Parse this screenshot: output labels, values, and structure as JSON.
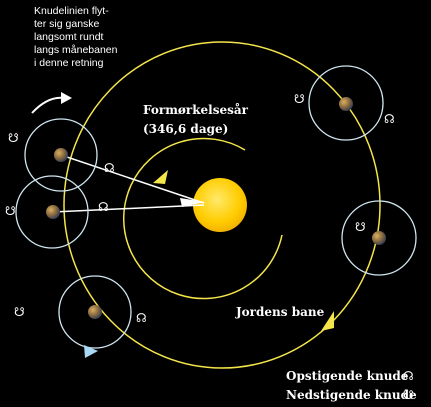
{
  "note": {
    "lines": [
      "Knudelinien flyt-",
      "ter sig ganske",
      "langsomt rundt",
      "langs månebanen",
      "i denne retning"
    ]
  },
  "eclipse_year": {
    "title": "Formørkelsesår",
    "value": "(346,6 dage)"
  },
  "earth_orbit_label": "Jordens bane",
  "legend": {
    "ascending": "Opstigende knude",
    "descending": "Nedstigende knude"
  },
  "symbols": {
    "ascending": "☊",
    "descending": "☋"
  },
  "colors": {
    "background": "#000000",
    "sun": "#FFD400",
    "earth_orbit": "#F4E64A",
    "moon_orbit": "#CFE6F0",
    "arrow_blue": "#A9D8F5",
    "node_line": "#FFFFFF"
  }
}
